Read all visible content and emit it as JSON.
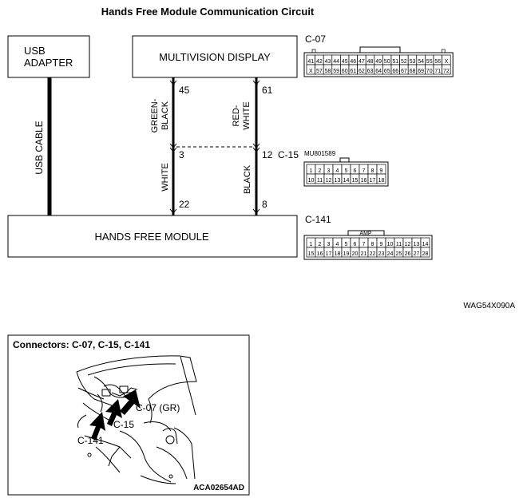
{
  "title": "Hands Free Module Communication Circuit",
  "blocks": {
    "usb_adapter": [
      "USB",
      "ADAPTER"
    ],
    "multivision": "MULTIVISION DISPLAY",
    "hands_free": "HANDS FREE MODULE"
  },
  "usb_cable_label": "USB CABLE",
  "wires": {
    "left": {
      "color_top": [
        "GREEN-",
        "BLACK"
      ],
      "color_bottom": "WHITE",
      "pin_top": "45",
      "pin_mid": "3",
      "pin_bottom": "22"
    },
    "right": {
      "color_top": [
        "RED-",
        "WHITE"
      ],
      "color_bottom": "BLACK",
      "pin_top": "61",
      "pin_mid": "12",
      "pin_bottom": "8"
    }
  },
  "connectors": {
    "c07": {
      "label": "C-07",
      "row1": [
        "41",
        "42",
        "43",
        "44",
        "45",
        "46",
        "47",
        "48",
        "49",
        "50",
        "51",
        "52",
        "53",
        "54",
        "55",
        "56",
        "X"
      ],
      "row2": [
        "X",
        "57",
        "58",
        "59",
        "60",
        "61",
        "62",
        "63",
        "64",
        "65",
        "66",
        "67",
        "68",
        "69",
        "70",
        "71",
        "72"
      ]
    },
    "c15": {
      "label": "C-15",
      "part": "MU801589",
      "row1": [
        "1",
        "2",
        "3",
        "4",
        "5",
        "6",
        "7",
        "8",
        "9"
      ],
      "row2": [
        "10",
        "11",
        "12",
        "13",
        "14",
        "15",
        "16",
        "17",
        "18"
      ]
    },
    "c141": {
      "label": "C-141",
      "tag": "AMP",
      "row1": [
        "1",
        "2",
        "3",
        "4",
        "5",
        "6",
        "7",
        "8",
        "9",
        "10",
        "11",
        "12",
        "13",
        "14"
      ],
      "row2": [
        "15",
        "16",
        "17",
        "18",
        "19",
        "20",
        "21",
        "22",
        "23",
        "24",
        "25",
        "26",
        "27",
        "28"
      ]
    }
  },
  "diagram_code": "WAG54X090A",
  "location": {
    "title": "Connectors: C-07, C-15, C-141",
    "callouts": {
      "c07": "C-07 (GR)",
      "c15": "C-15",
      "c141": "C-141"
    },
    "code": "ACA02654AD"
  }
}
